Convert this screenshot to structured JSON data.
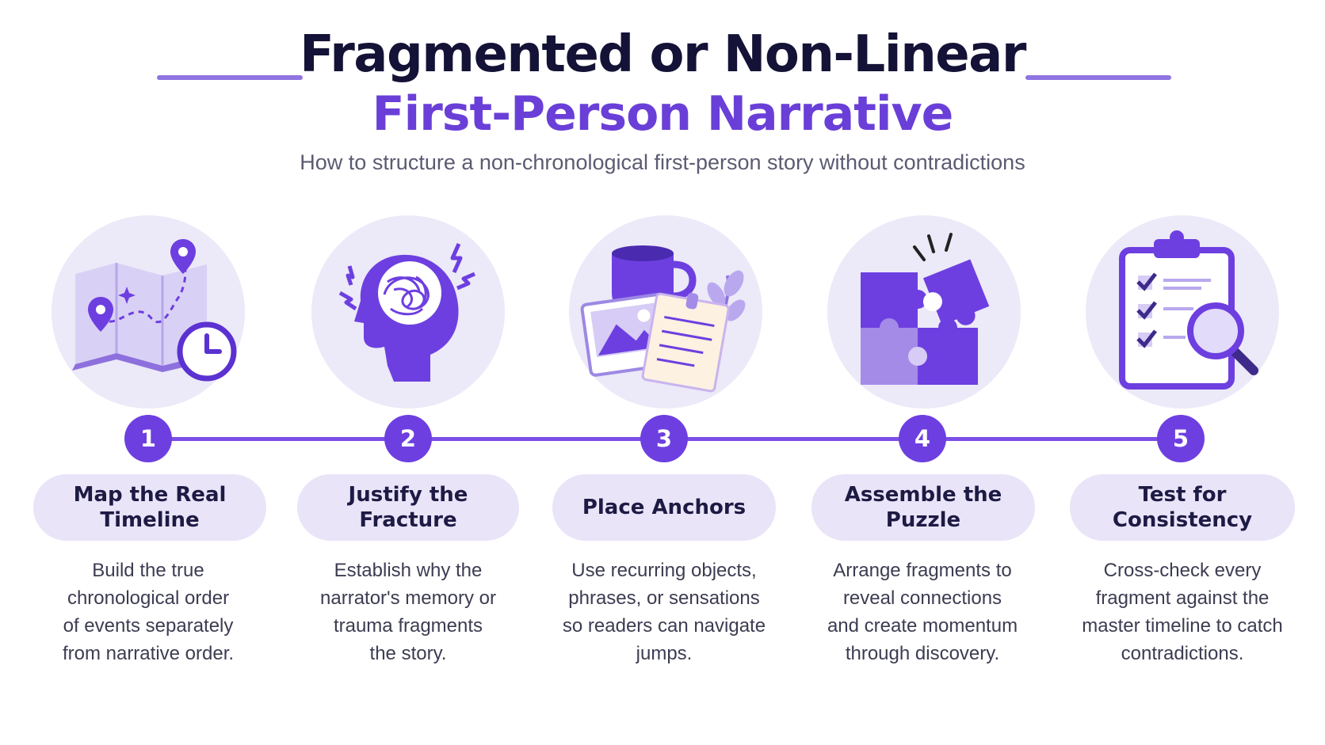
{
  "header": {
    "title_line1": "Fragmented or Non-Linear",
    "title_line2": "First-Person Narrative",
    "subtitle": "How to structure a non-chronological first-person story without contradictions"
  },
  "colors": {
    "primary": "#6d3fe0",
    "title_dark": "#141236",
    "title_accent": "#6a3fd8",
    "circle_bg": "#ece9f8",
    "pill_bg": "#e9e4f8"
  },
  "steps": [
    {
      "number": "1",
      "title_line1": "Map the Real",
      "title_line2": "Timeline",
      "icon": "map-clock-icon",
      "desc_lines": [
        "Build the true",
        "chronological order",
        "of events separately",
        "from narrative order."
      ]
    },
    {
      "number": "2",
      "title_line1": "Justify the",
      "title_line2": "Fracture",
      "icon": "fractured-mind-icon",
      "desc_lines": [
        "Establish why the",
        "narrator's memory or",
        "trauma fragments",
        "the story."
      ]
    },
    {
      "number": "3",
      "title_line1": "Place Anchors",
      "title_line2": "",
      "icon": "anchor-objects-icon",
      "desc_lines": [
        "Use recurring objects,",
        "phrases, or sensations",
        "so readers can navigate",
        "jumps."
      ]
    },
    {
      "number": "4",
      "title_line1": "Assemble the",
      "title_line2": "Puzzle",
      "icon": "puzzle-icon",
      "desc_lines": [
        "Arrange fragments to",
        "reveal connections",
        "and create momentum",
        "through discovery."
      ]
    },
    {
      "number": "5",
      "title_line1": "Test for",
      "title_line2": "Consistency",
      "icon": "checklist-magnifier-icon",
      "desc_lines": [
        "Cross-check every",
        "fragment against the",
        "master timeline to catch",
        "contradictions."
      ]
    }
  ]
}
